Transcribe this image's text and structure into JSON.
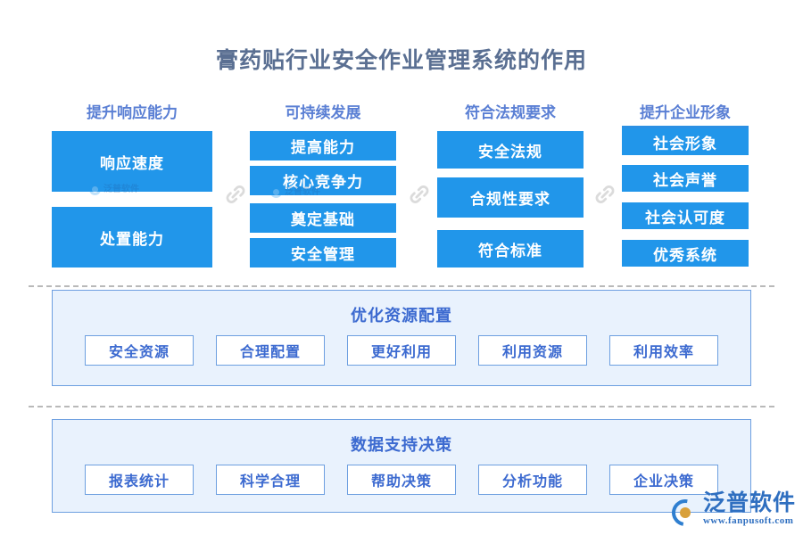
{
  "title": "膏药贴行业安全作业管理系统的作用",
  "theme": {
    "blue_fill": "#2196ea",
    "header_blue": "#5a7fd4",
    "title_gray": "#5a6f92",
    "panel_fill": "#e9f2fd",
    "panel_border": "#6d9fe0",
    "panel_text": "#3c6ad0",
    "dash_gray": "#b9b9b9"
  },
  "columns": [
    {
      "header": "提升响应能力",
      "underline": false,
      "items": [
        "响应速度",
        "处置能力"
      ]
    },
    {
      "header": "可持续发展",
      "underline": false,
      "items": [
        "提高能力",
        "核心竞争力",
        "奠定基础",
        "安全管理"
      ]
    },
    {
      "header": "符合法规要求",
      "underline": false,
      "items": [
        "安全法规",
        "合规性要求",
        "符合标准"
      ]
    },
    {
      "header": "提升企业形象",
      "underline": true,
      "items": [
        "社会形象",
        "社会声誉",
        "社会认可度",
        "优秀系统"
      ]
    }
  ],
  "connectors": [
    {
      "name": "chain-link-icon"
    },
    {
      "name": "chain-link-icon"
    },
    {
      "name": "chain-link-icon"
    }
  ],
  "panels": [
    {
      "title": "优化资源配置",
      "items": [
        "安全资源",
        "合理配置",
        "更好利用",
        "利用资源",
        "利用效率"
      ]
    },
    {
      "title": "数据支持决策",
      "items": [
        "报表统计",
        "科学合理",
        "帮助决策",
        "分析功能",
        "企业决策"
      ]
    }
  ],
  "watermarks": [
    {
      "text": "泛普软件",
      "sub": "fanpusoft.com"
    },
    {
      "text": "泛普软件",
      "sub": "fanpusoft.com"
    }
  ],
  "brand": {
    "name": "泛普软件",
    "url": "www.fanpusoft.com"
  }
}
